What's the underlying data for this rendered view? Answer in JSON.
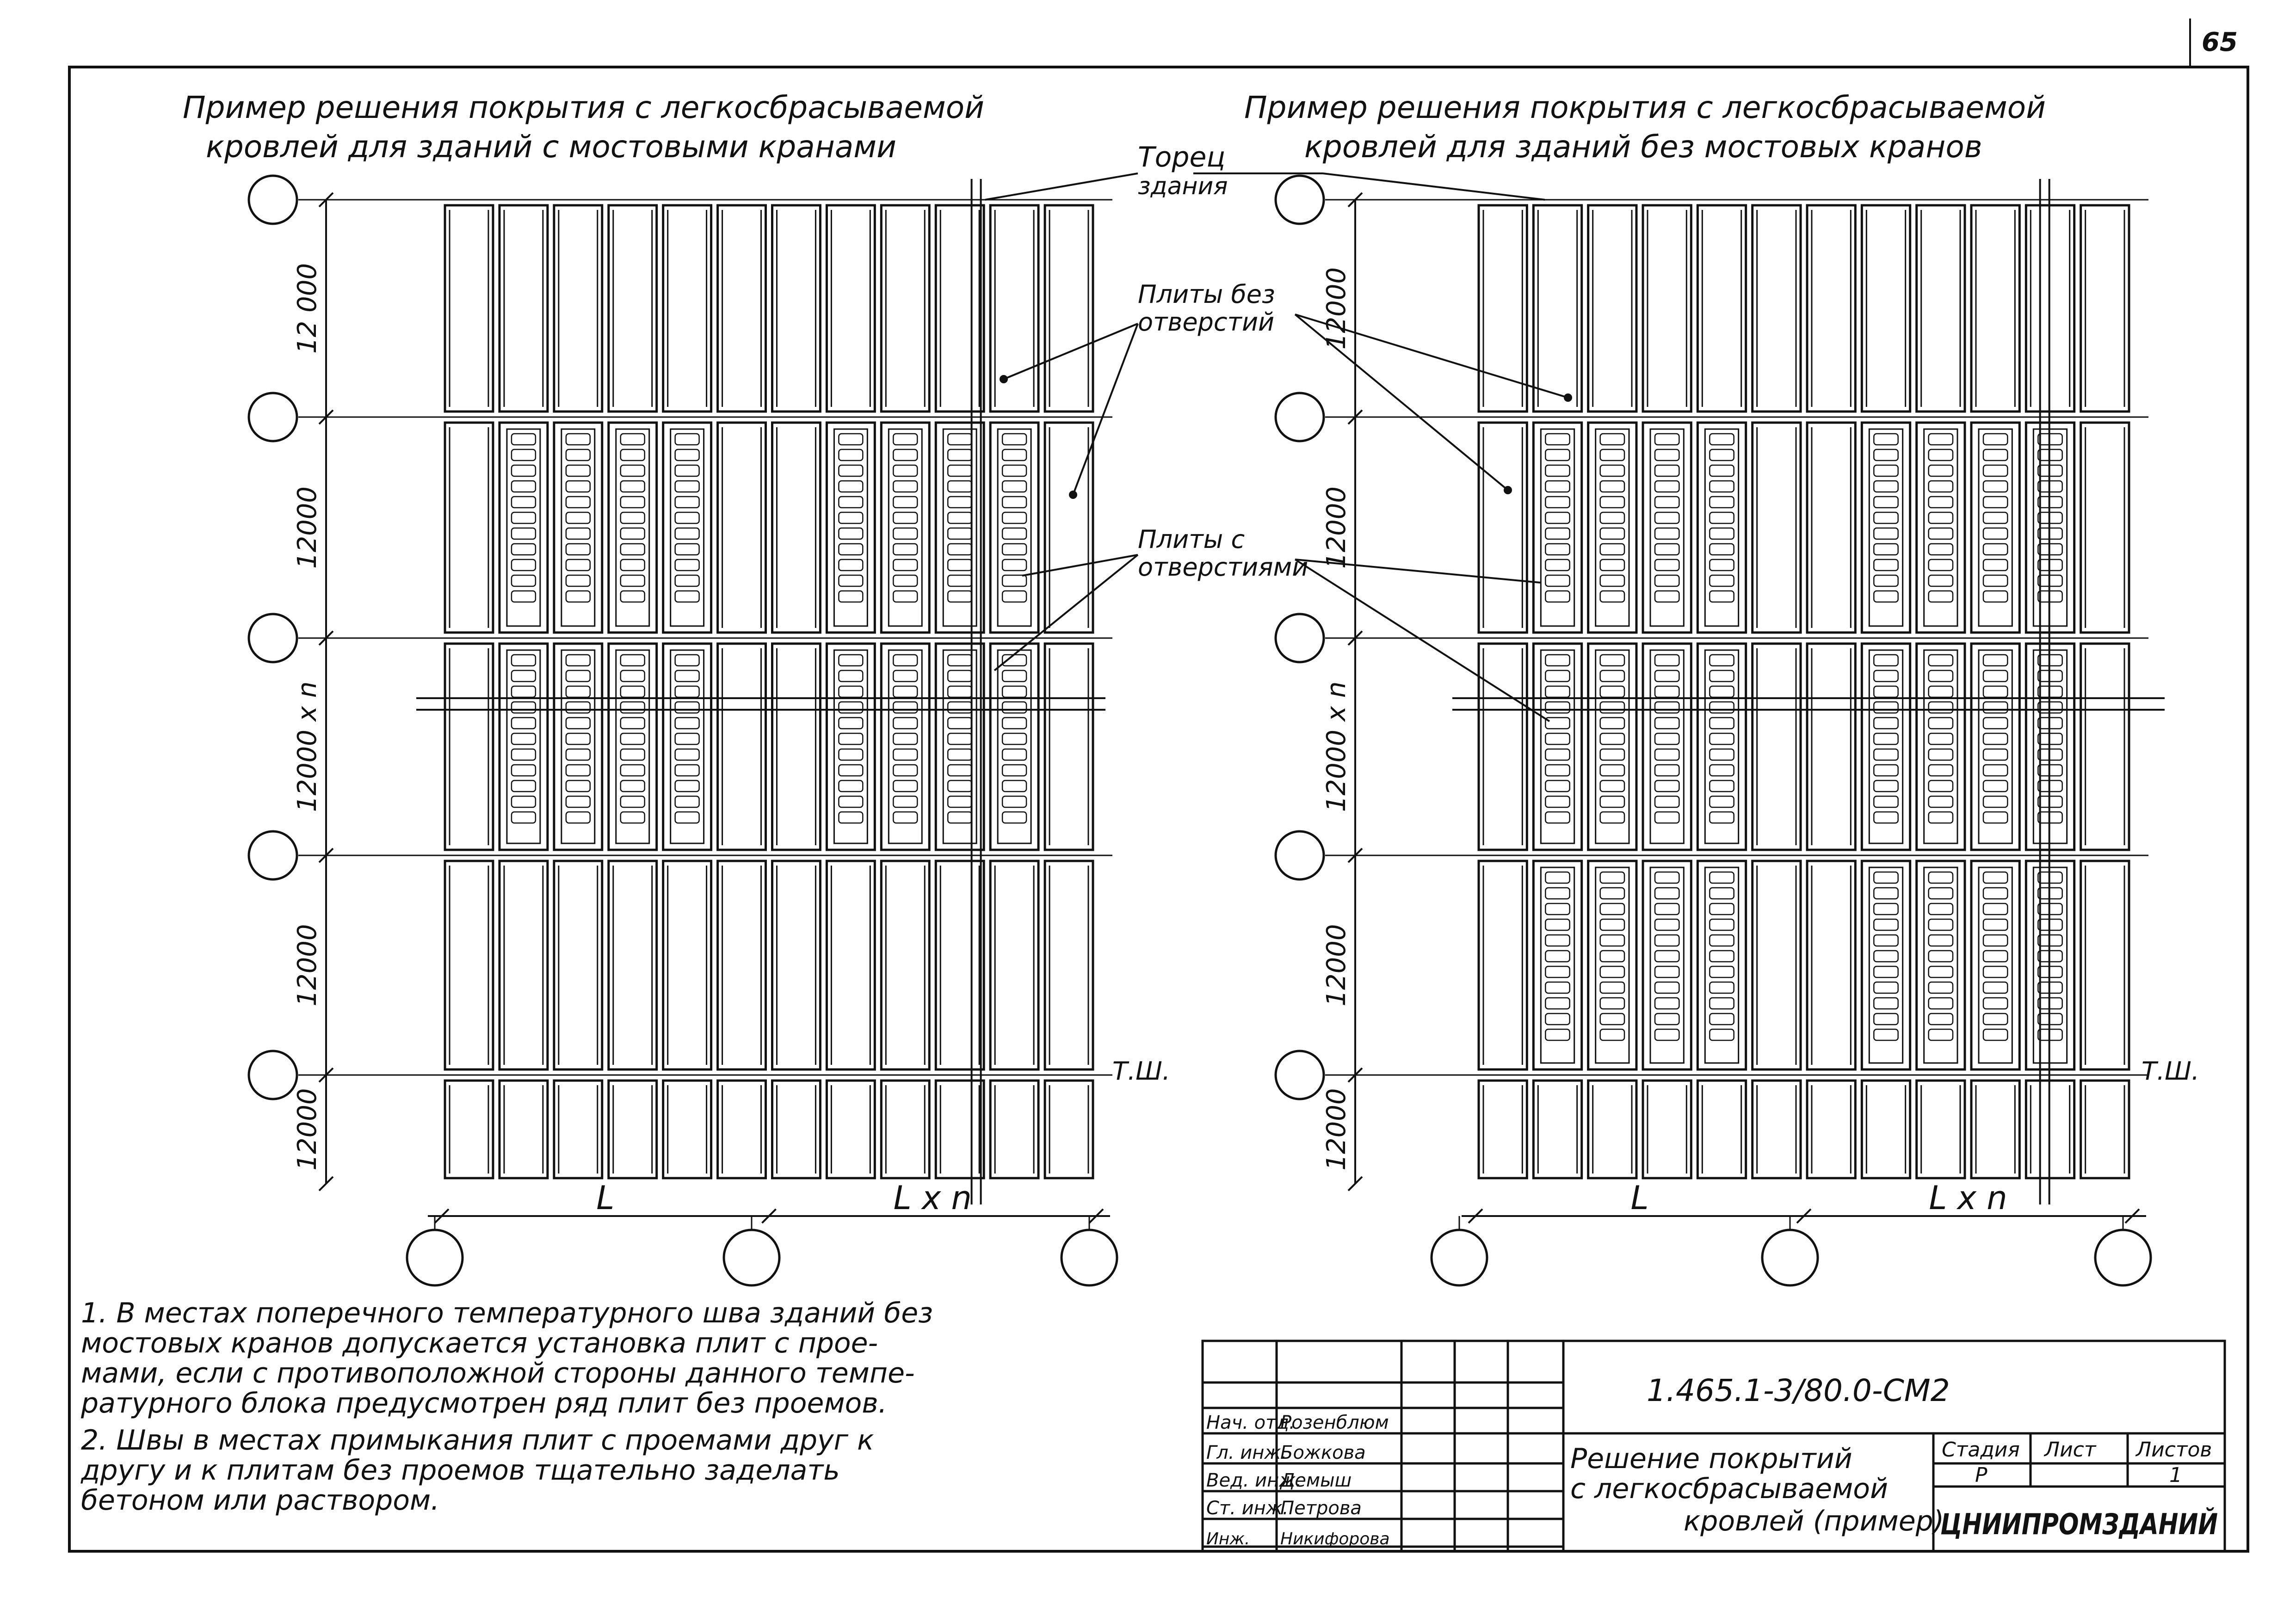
{
  "sheet": {
    "page_number": "65",
    "left_title_lines": [
      "Пример решения покрытия с легкосбрасываемой",
      "кровлей для зданий с мостовыми кранами"
    ],
    "right_title_lines": [
      "Пример решения покрытия с легкосбрасываемой",
      "кровлей для зданий без мостовых кранов"
    ],
    "callouts": {
      "torets_lines": [
        "Торец",
        "здания"
      ],
      "plain_slabs_lines": [
        "Плиты без",
        "отверстий"
      ],
      "hole_slabs_lines": [
        "Плиты с",
        "отверстиями"
      ],
      "expansion_joint": "Т.Ш."
    },
    "left_plan": {
      "row_dims": [
        "12 000",
        "12000",
        "12000 x n",
        "12000",
        "12000"
      ],
      "span_dims": [
        "L",
        "L x n"
      ]
    },
    "right_plan": {
      "row_dims": [
        "12000",
        "12000",
        "12000 x n",
        "12000",
        "12000"
      ],
      "span_dims": [
        "L",
        "L x n"
      ]
    },
    "notes": [
      [
        "1. В местах поперечного температурного шва зданий без",
        "мостовых кранов допускается установка плит с прое-",
        "мами, если с противоположной стороны данного темпе-",
        "ратурного блока предусмотрен ряд плит без проемов."
      ],
      [
        "2. Швы в местах примыкания плит с проемами друг к",
        "другу и к плитам без проемов тщательно заделать",
        "бетоном или раствором."
      ]
    ]
  },
  "title_block": {
    "document_code": "1.465.1-3/80.0-СМ2",
    "drawing_title_lines": [
      "Решение покрытий",
      "с легкосбрасываемой",
      "кровлей (пример)"
    ],
    "signatures": [
      {
        "role": "Нач. отд.",
        "name": "Розенблюм"
      },
      {
        "role": "Гл. инж.",
        "name": "Божкова"
      },
      {
        "role": "Вед. инж.",
        "name": "Демыш"
      },
      {
        "role": "Ст. инж.",
        "name": "Петрова"
      },
      {
        "role": "Инж.",
        "name": "Никифорова"
      }
    ],
    "stage_label": "Стадия",
    "sheet_label": "Лист",
    "sheets_label": "Листов",
    "stage_value": "Р",
    "sheets_value": "1",
    "organization": "ЦНИИПРОМЗДАНИЙ"
  }
}
